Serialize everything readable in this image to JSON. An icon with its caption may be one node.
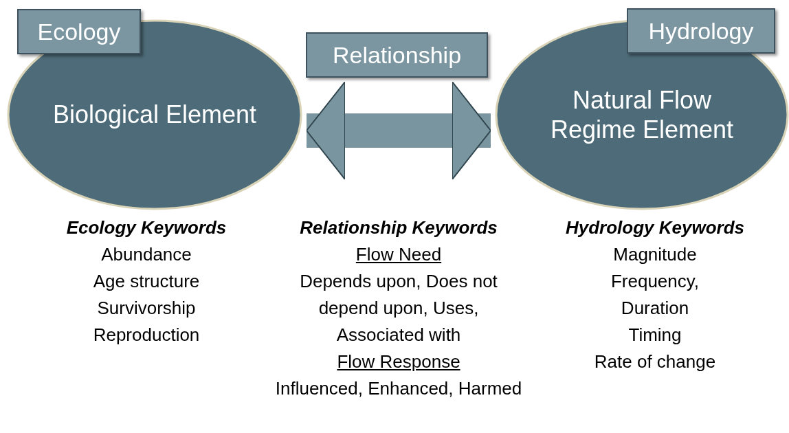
{
  "diagram": {
    "nodes": [
      {
        "text": [
          "Ecology"
        ]
      },
      {
        "text": [
          "Biological Element"
        ]
      },
      {
        "text": [
          "Relationship"
        ]
      },
      {
        "text": [
          "Hydrology"
        ]
      },
      {
        "text": [
          "Natural Flow Regime Element"
        ]
      }
    ],
    "edges": [
      {
        "from": 1,
        "to": 4,
        "arrow": "both"
      }
    ],
    "labels": [
      "Ecology Keywords",
      "Abundance",
      "Age structure",
      "Survivorship",
      "Reproduction",
      "Relationship Keywords",
      "Flow Need",
      "Depends upon, Does not depend upon, Uses, Associated with",
      "Flow Response",
      "Influenced, Enhanced, Harmed",
      "Hydrology Keywords",
      "Magnitude",
      "Frequency,",
      "Duration",
      "Timing",
      "Rate of change"
    ]
  }
}
